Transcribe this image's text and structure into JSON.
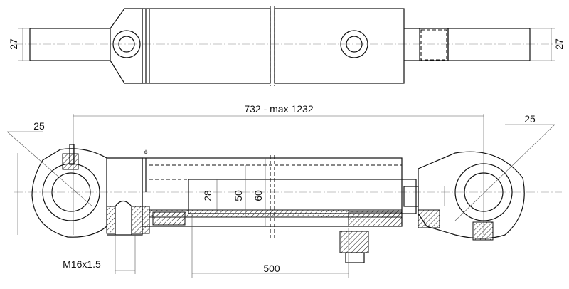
{
  "drawing": {
    "top_view": {
      "height_left": "27",
      "height_right": "27"
    },
    "side_view": {
      "overall_length": "732  - max 1232",
      "eye_left": "25",
      "eye_right": "25",
      "rod_diameter": "28",
      "bore_diameter": "50",
      "tube_diameter": "60",
      "port_thread": "M16x1.5",
      "stroke": "500"
    }
  }
}
